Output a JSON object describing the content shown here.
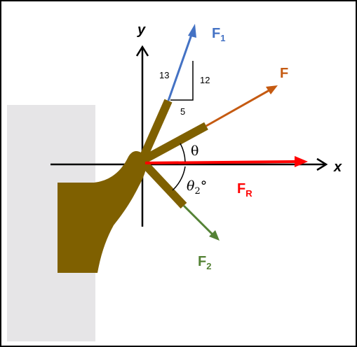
{
  "axes": {
    "x_label": "x",
    "y_label": "y"
  },
  "forces": {
    "f1": {
      "main": "F",
      "sub": "1",
      "color": "#4472c4"
    },
    "f": {
      "main": "F",
      "color": "#c55a11"
    },
    "f2": {
      "main": "F",
      "sub": "2",
      "color": "#548235"
    },
    "fr": {
      "main": "F",
      "sub": "R",
      "color": "#ff0000"
    }
  },
  "slope_triangle": {
    "hypotenuse": "13",
    "rise": "12",
    "run": "5"
  },
  "angles": {
    "theta": "θ",
    "theta2_main": "θ",
    "theta2_sub": "2",
    "theta2_deg": "°"
  },
  "colors": {
    "wall": "#e6e5e7",
    "bracket": "#7f6000",
    "axes": "#000000"
  }
}
